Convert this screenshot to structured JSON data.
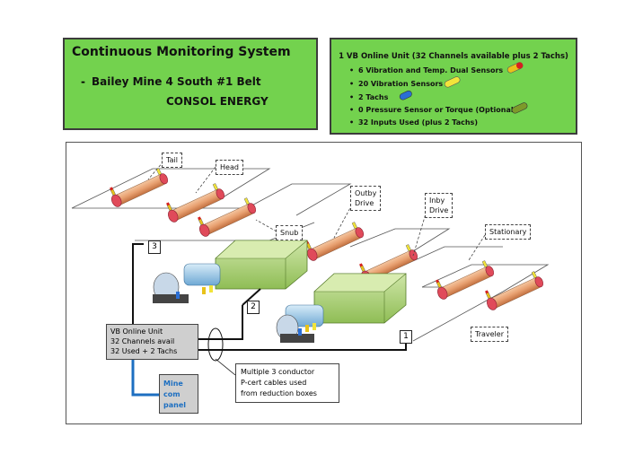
{
  "title": {
    "heading": "Continuous Monitoring System",
    "dash": "-",
    "line1": "Bailey Mine 4 South #1 Belt",
    "line2": "CONSOL ENERGY"
  },
  "legend": {
    "heading": "1 VB Online Unit (32 Channels available plus 2 Tachs)",
    "items": [
      {
        "text": "6 Vibration and Temp. Dual Sensors",
        "color": "#e8c21a"
      },
      {
        "text": "20 Vibration Sensors",
        "color": "#f2e43a"
      },
      {
        "text": "2 Tachs",
        "color": "#2a6fd6"
      },
      {
        "text": "0 Pressure Sensor  or Torque (Optional)",
        "color": "#7d9a2a"
      },
      {
        "text": "32 Inputs Used (plus 2 Tachs)",
        "color": ""
      }
    ]
  },
  "labels": {
    "tail": "Tail",
    "head": "Head",
    "snub": "Snub",
    "outby": "Outby\nDrive",
    "inby": "Inby\nDrive",
    "stationary": "Stationary",
    "traveler": "Traveler"
  },
  "numbers": {
    "n1": "1",
    "n2": "2",
    "n3": "3"
  },
  "vb_unit": {
    "line1": "VB Online Unit",
    "line2": "32 Channels avail",
    "line3": "32 Used + 2 Tachs"
  },
  "mine_panel": {
    "line1": "Mine",
    "line2": "com",
    "line3": "panel"
  },
  "cable_note": {
    "line1": "Multiple 3 conductor",
    "line2": "P-cert cables used",
    "line3": "from reduction boxes"
  }
}
